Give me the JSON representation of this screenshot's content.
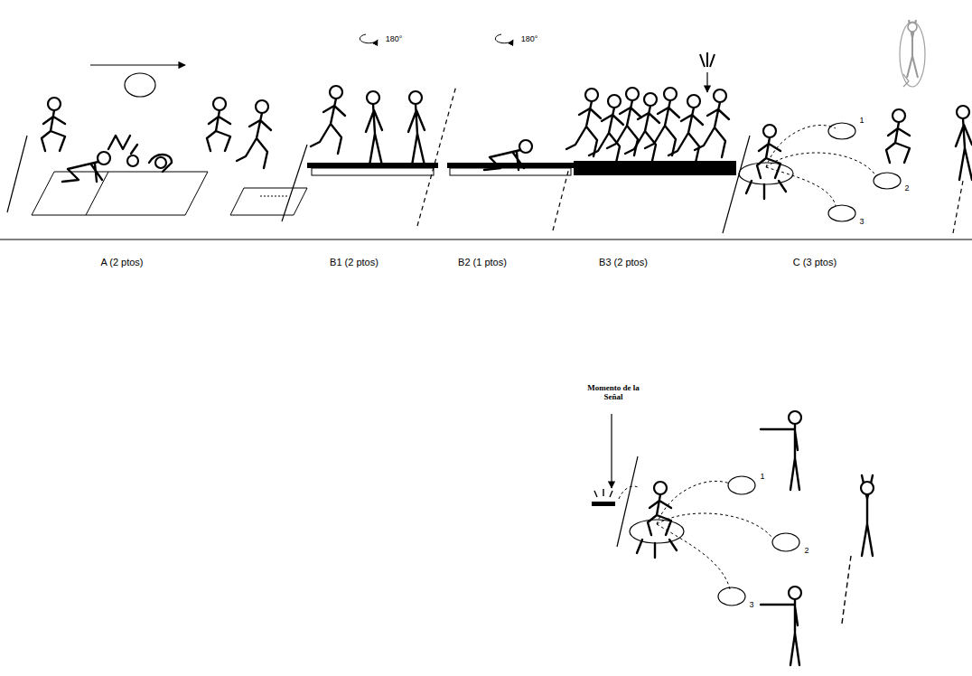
{
  "diagram": {
    "labels": [
      "180°",
      "180°",
      "A (2 ptos)",
      "B1 (2 ptos)",
      "B2 (1 ptos)",
      "B3 (2 ptos)",
      "C (3 ptos)",
      "1",
      "2",
      "3",
      "Momento de la Señal",
      "1",
      "2",
      "3"
    ]
  }
}
